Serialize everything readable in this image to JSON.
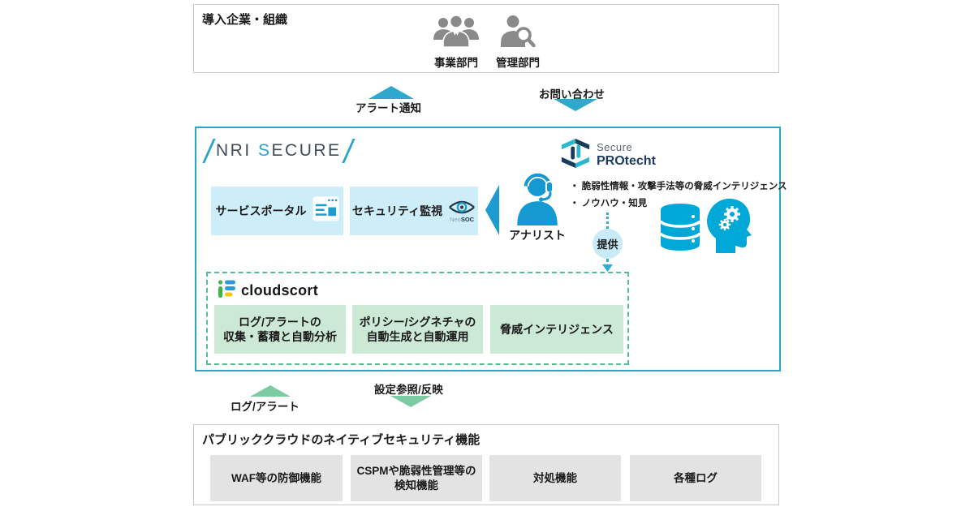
{
  "colors": {
    "teal_border": "#29A9C8",
    "teal_arrow": "#2FA8CE",
    "cyan_icon": "#1E9CD0",
    "light_blue_box": "#CDEDF9",
    "green_dashed_border": "#55C08F",
    "green_arrow": "#7CCBA2",
    "light_green_box": "#CBE9D4",
    "gray_feature_box": "#E3E3E3",
    "icon_gray": "#8A8A8A",
    "brand_navy": "#1B3A5C"
  },
  "top_box": {
    "title": "導入企業・組織",
    "departments": [
      {
        "label": "事業部門",
        "icon": "people-group-icon"
      },
      {
        "label": "管理部門",
        "icon": "person-search-icon"
      }
    ]
  },
  "top_flows": {
    "alert_up": "アラート通知",
    "inquiry_down": "お問い合わせ"
  },
  "nri_box": {
    "nri_logo": {
      "part1": "NRI ",
      "part2": "S",
      "part3": "ECURE"
    },
    "protecht_logo": {
      "line1": "Secure",
      "line2": "PROtecht"
    },
    "service_portal": "サービスポータル",
    "security_monitoring": "セキュリティ監視",
    "neosoc": {
      "neo": "Neo",
      "soc": "SOC"
    },
    "analyst": "アナリスト",
    "bullets": [
      "・ 脆弱性情報・攻撃手法等の脅威インテリジェンス",
      "・ ノウハウ・知見"
    ],
    "provide_badge": "提供",
    "cloudscort": {
      "logo_text": "cloudscort",
      "features": [
        {
          "line1": "ログ/アラートの",
          "line2": "収集・蓄積と自動分析"
        },
        {
          "line1": "ポリシー/シグネチャの",
          "line2": "自動生成と自動運用"
        },
        {
          "line1": "脅威インテリジェンス",
          "line2": ""
        }
      ]
    }
  },
  "bottom_flows": {
    "log_alert_up": "ログ/アラート",
    "settings_down": "設定参照/反映"
  },
  "bottom_box": {
    "title": "パブリッククラウドのネイティブセキュリティ機能",
    "features": [
      {
        "line1": "WAF等の防御機能",
        "line2": ""
      },
      {
        "line1": "CSPMや脆弱性管理等の",
        "line2": "検知機能"
      },
      {
        "line1": "対処機能",
        "line2": ""
      },
      {
        "line1": "各種ログ",
        "line2": ""
      }
    ]
  }
}
